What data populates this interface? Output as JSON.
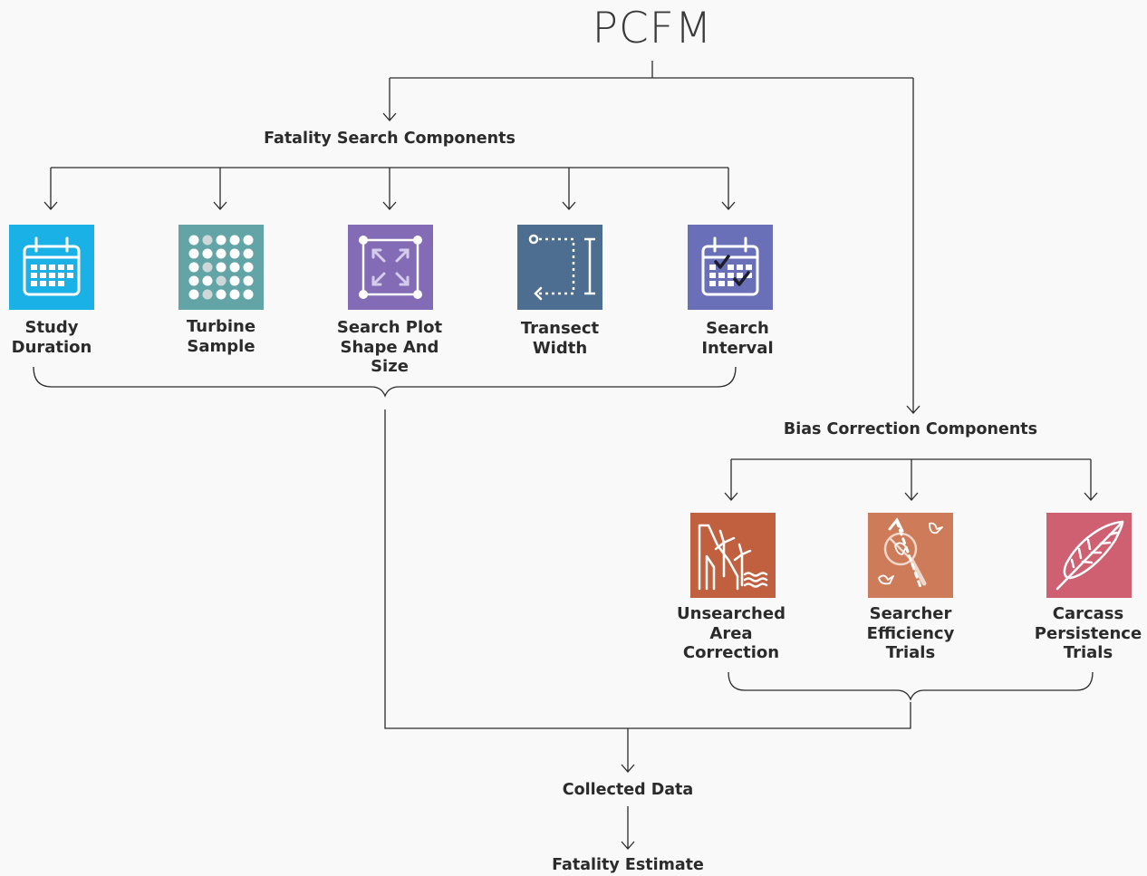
{
  "title": "PCFM",
  "fatality_search": {
    "heading": "Fatality Search Components",
    "items": [
      {
        "lines": [
          "Study",
          "Duration"
        ],
        "icon": "calendar-icon",
        "color": "#1ab2e6"
      },
      {
        "lines": [
          "Turbine",
          "Sample"
        ],
        "icon": "dot-grid-icon",
        "color": "#63a5a7"
      },
      {
        "lines": [
          "Search Plot",
          "Shape And",
          "Size"
        ],
        "icon": "expand-arrows-icon",
        "color": "#836bb5"
      },
      {
        "lines": [
          "Transect",
          "Width"
        ],
        "icon": "transect-width-icon",
        "color": "#4d6e90"
      },
      {
        "lines": [
          "Search",
          "Interval"
        ],
        "icon": "calendar-check-icon",
        "color": "#6a70b8"
      }
    ]
  },
  "bias_correction": {
    "heading": "Bias Correction Components",
    "items": [
      {
        "lines": [
          "Unsearched",
          "Area",
          "Correction"
        ],
        "icon": "wind-turbine-terrain-icon",
        "color": "#c0603f"
      },
      {
        "lines": [
          "Searcher",
          "Efficiency",
          "Trials"
        ],
        "icon": "bird-search-icon",
        "color": "#cd7b58"
      },
      {
        "lines": [
          "Carcass",
          "Persistence",
          "Trials"
        ],
        "icon": "feather-icon",
        "color": "#cf6072"
      }
    ]
  },
  "collected_data": "Collected Data",
  "fatality_estimate": "Fatality Estimate"
}
